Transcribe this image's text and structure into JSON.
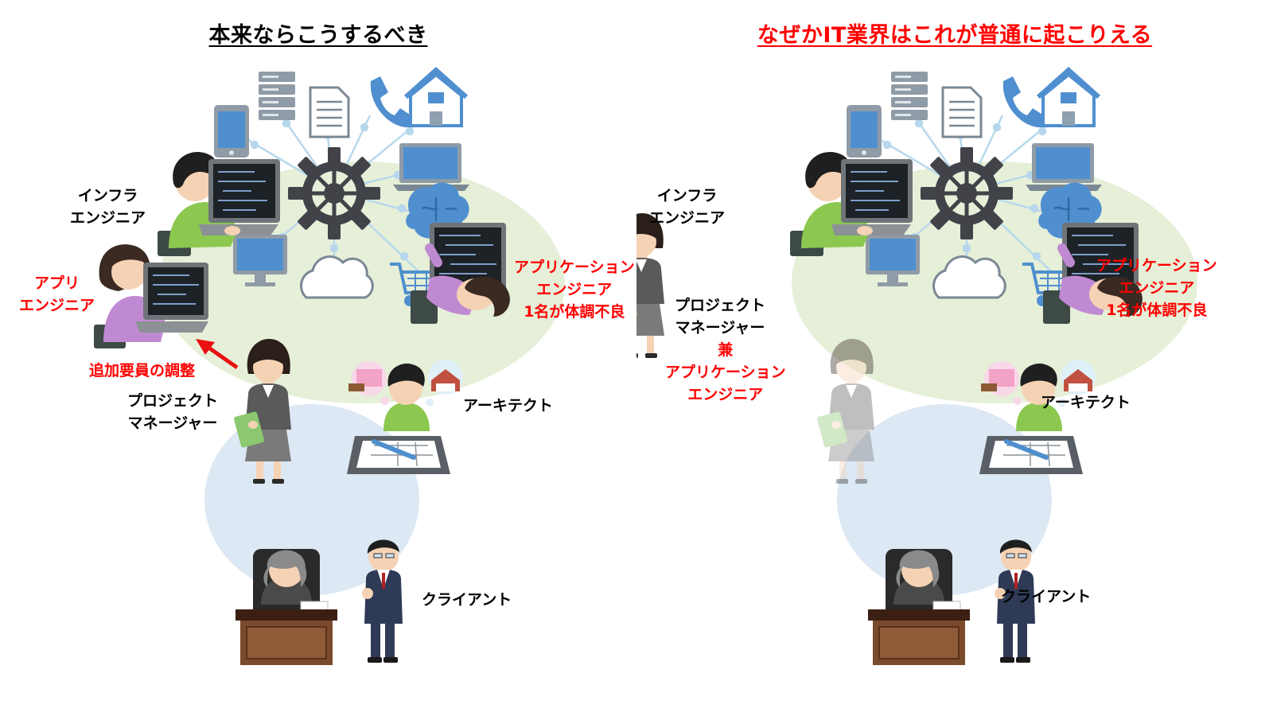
{
  "left_panel": {
    "title": "本来ならこうするべき",
    "labels": {
      "infra": [
        "インフラ",
        "エンジニア"
      ],
      "appli": [
        "アプリ",
        "エンジニア"
      ],
      "app_sick": [
        "アプリケーション",
        "エンジニア",
        "1名が体調不良"
      ],
      "adjust": "追加要員の調整",
      "pm": [
        "プロジェクト",
        "マネージャー"
      ],
      "architect": "アーキテクト",
      "client": "クライアント"
    }
  },
  "right_panel": {
    "title": "なぜかIT業界はこれが普通に起こりえる",
    "labels": {
      "infra": [
        "インフラ",
        "エンジニア"
      ],
      "pm": [
        "プロジェクト",
        "マネージャー"
      ],
      "pm_also": [
        "兼",
        "アプリケーション",
        "エンジニア"
      ],
      "app_sick": [
        "アプリケーション",
        "エンジニア",
        "1名が体調不良"
      ],
      "architect": "アーキテクト",
      "client": "クライアント"
    }
  },
  "colors": {
    "team_ellipse": "#e6efd8",
    "client_ellipse": "#dce8f4",
    "connector": "#b7d8ec",
    "gear": "#414349",
    "highlight_red": "#ff0000",
    "icon_blue": "#4f8fcf",
    "shirt_green": "#8cc850",
    "shirt_purple": "#c08ad2"
  },
  "icons": [
    "server-icon",
    "document-icon",
    "phone-icon",
    "house-icon",
    "smartphone-icon",
    "laptop-icon",
    "monitor-icon",
    "cloud-icon",
    "brain-icon",
    "shopping-cart-icon",
    "gear-icon"
  ]
}
